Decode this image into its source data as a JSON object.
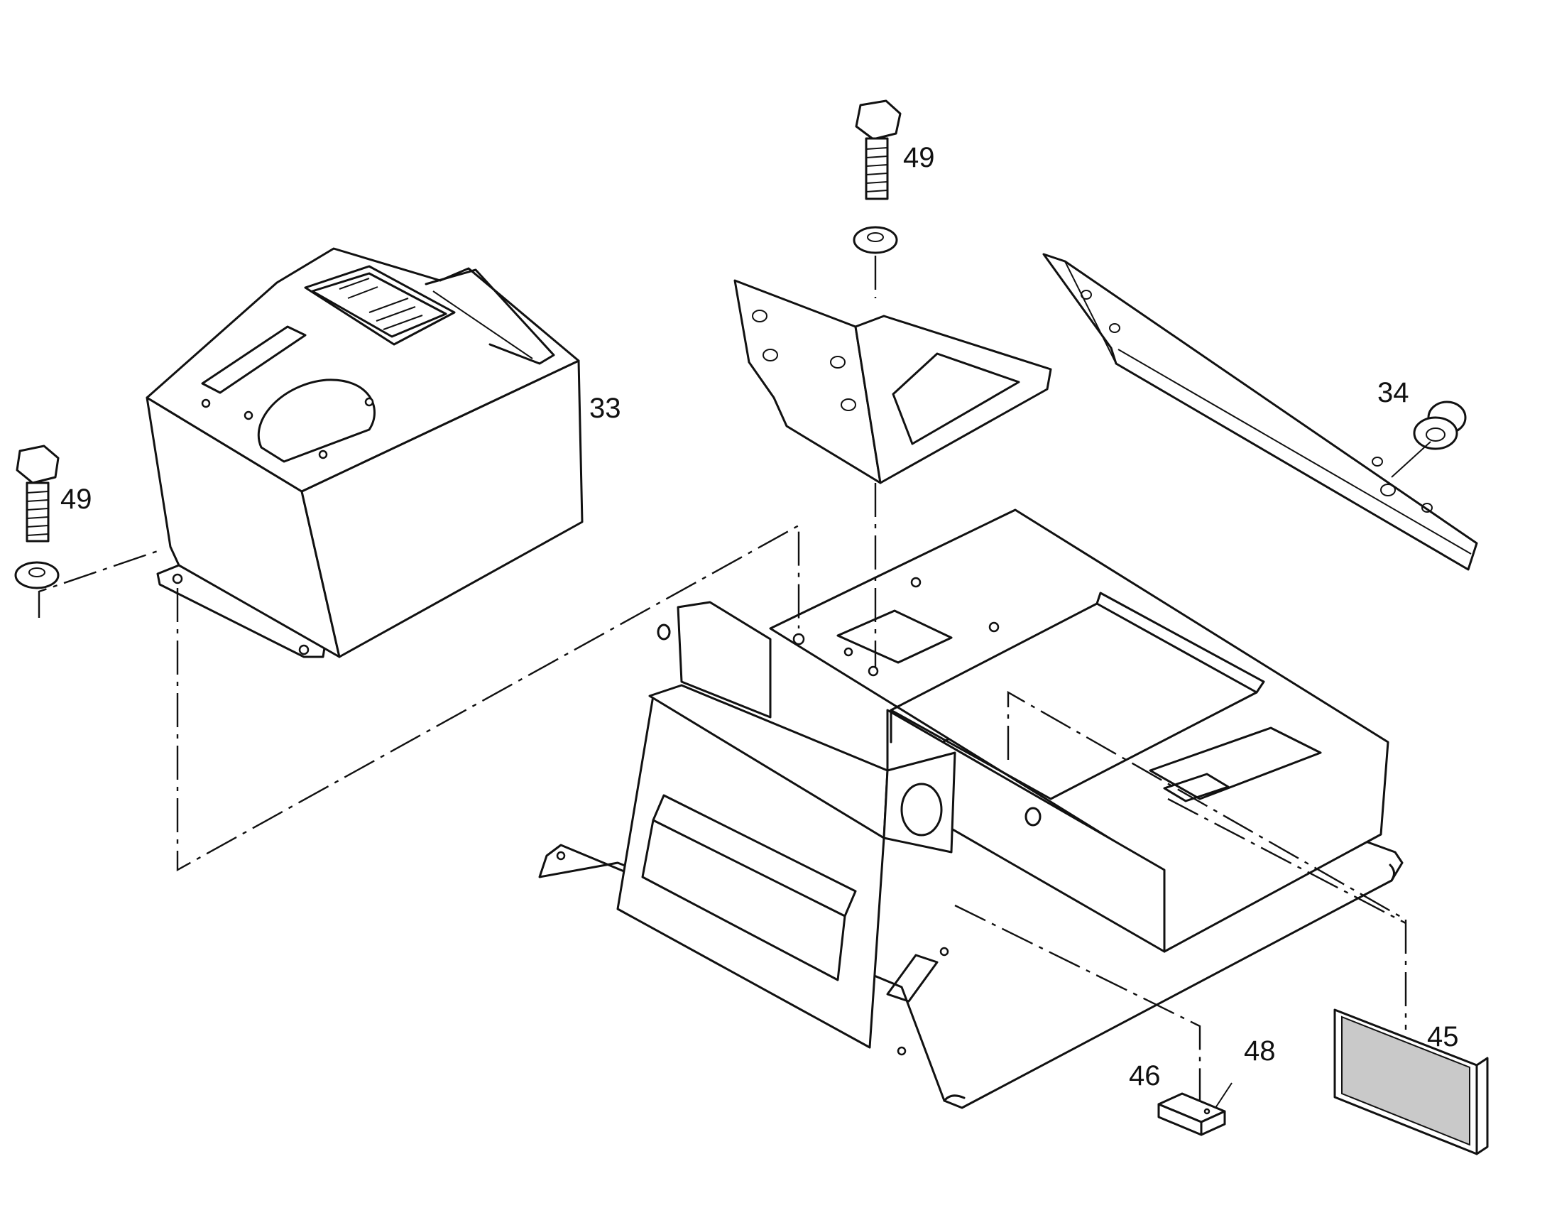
{
  "callouts": {
    "bolt_top": "49",
    "bolt_left": "49",
    "cover": "33",
    "grommet": "34",
    "filter": "45",
    "pad": "46",
    "pad_hole": "48"
  },
  "colors": {
    "line": "#111111",
    "background": "#ffffff"
  }
}
